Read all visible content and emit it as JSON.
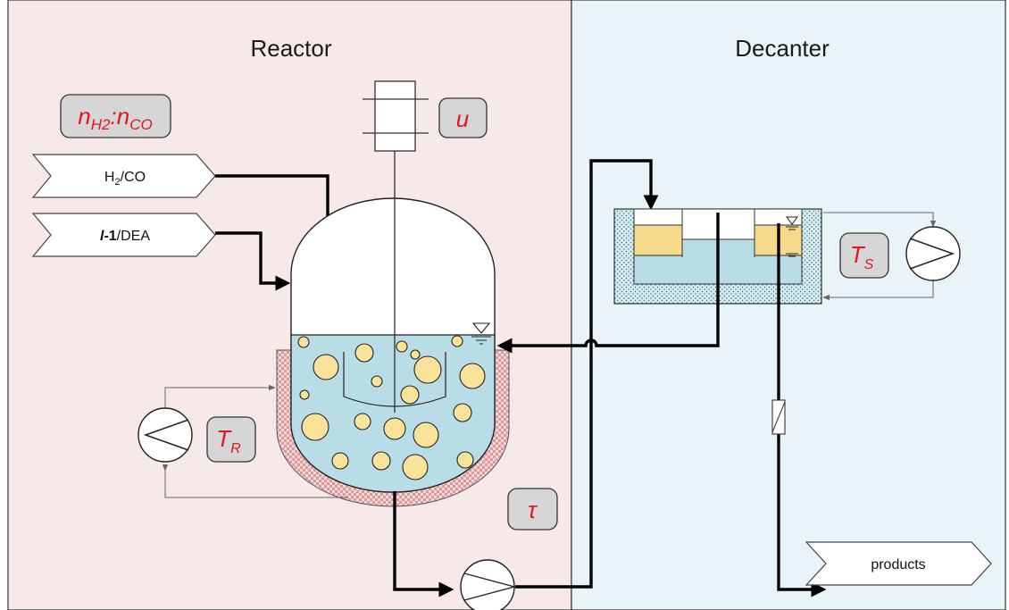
{
  "sections": {
    "reactor": "Reactor",
    "decanter": "Decanter"
  },
  "streams": {
    "gas_feed": {
      "main": "H",
      "sub": "2",
      "rest": "/CO"
    },
    "liquid_feed": {
      "bold_italic": "l",
      "bold": "-1",
      "rest": "/DEA"
    },
    "products": "products"
  },
  "parameters": {
    "ratio": {
      "n1": "n",
      "sub1": "H2",
      "sep": ":",
      "n2": "n",
      "sub2": "CO"
    },
    "stirrer_speed": "u",
    "reactor_temperature": {
      "main": "T",
      "sub": "R"
    },
    "residence_time": "τ",
    "separator_temperature": {
      "main": "T",
      "sub": "S"
    }
  },
  "colors": {
    "reactor_background": "#f7e9e8",
    "decanter_background": "#e9f4f8",
    "liquid_phase": "#b9dde6",
    "bubbles": "#f9e29a",
    "parameter_text": "#e8141b",
    "parameter_box": "#d6d6d6"
  }
}
